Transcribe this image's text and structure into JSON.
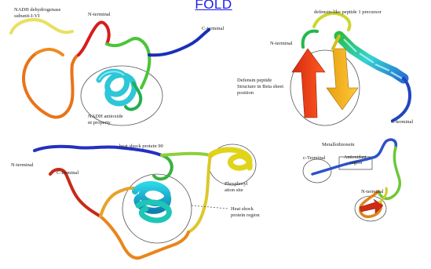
{
  "header": {
    "link_text": "FOLD"
  },
  "panels": {
    "nadh": {
      "title_line1": "NADH dehydrogenase",
      "title_line2": "subunit-I-VI",
      "n_terminal": "N-terminal",
      "c_terminal": "C-terminal",
      "region_line1": "NADH antioxide",
      "region_line2": "nt property"
    },
    "defensin": {
      "title": "defensin-like peptide 1 precursor",
      "n_terminal": "N-terminal",
      "c_terminal": "C-terminal",
      "region_line1": "Defensin peptide",
      "region_line2": "Structure in Beta sheet",
      "region_line3": "position"
    },
    "hsp90": {
      "title": "heat shock protein 90",
      "n_terminal": "N-terminal",
      "c_terminal": "C-terminal",
      "site_line1": "Phosphoryl",
      "site_line2": "ation site",
      "region_line1": "Heat shock",
      "region_line2": "protein region"
    },
    "metallothionein": {
      "title": "Metallothionein",
      "c_terminal": "c-Terminal",
      "region_line1": "Antioxidant",
      "region_line2": "region",
      "n_terminal": "N-terminal"
    }
  }
}
